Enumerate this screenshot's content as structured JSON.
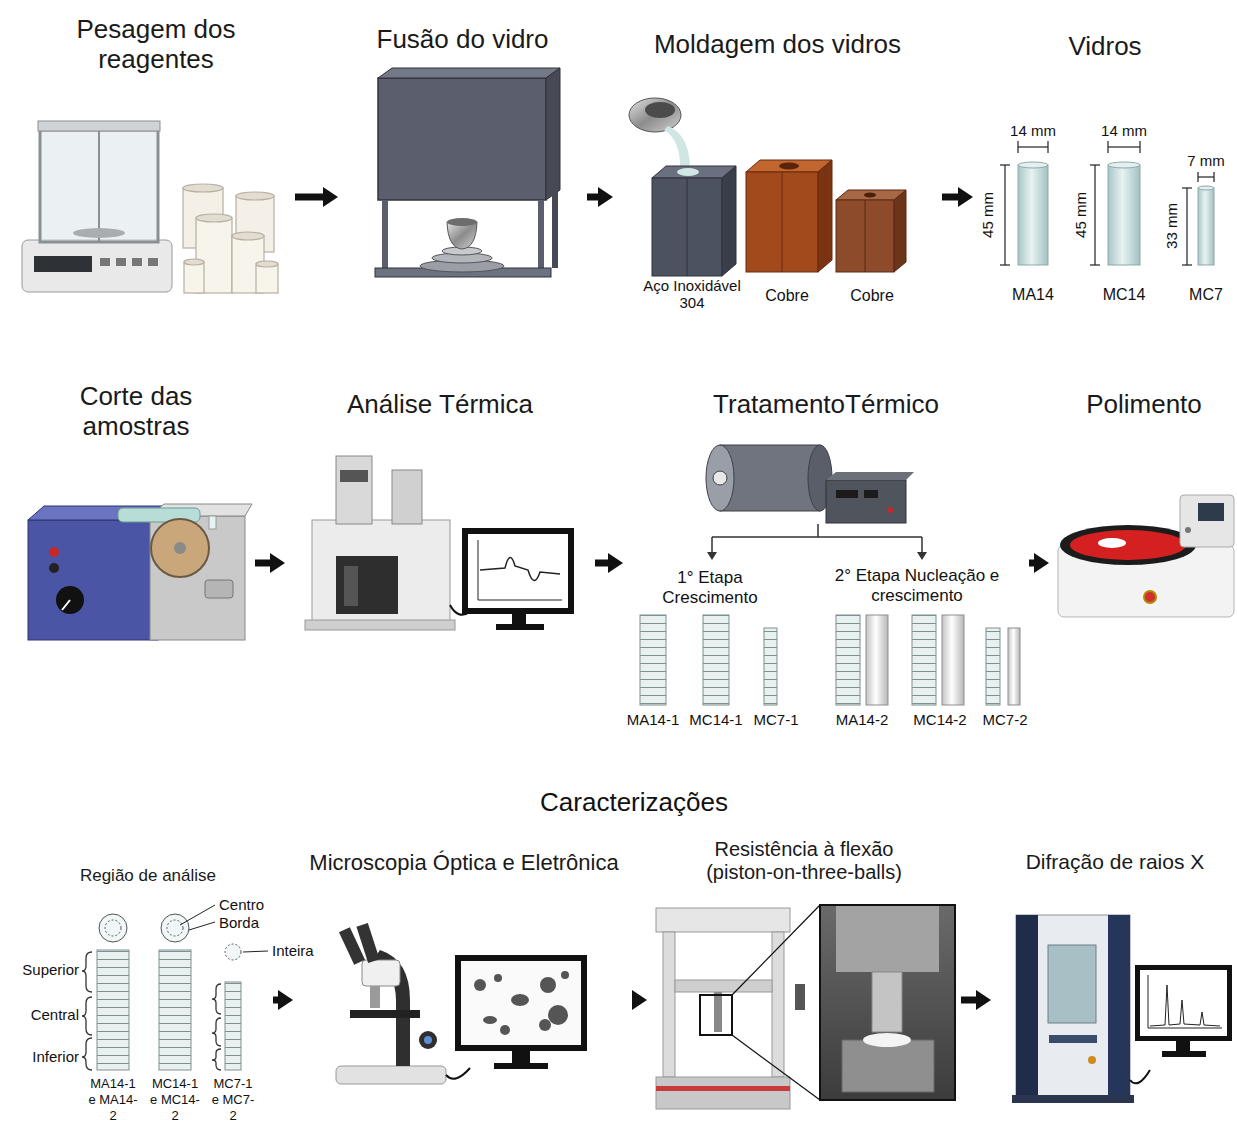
{
  "diagram": {
    "nodes": [
      {
        "text": [
          "Pesagem dos reagentes"
        ]
      },
      {
        "text": [
          "Fusão do vidro"
        ]
      },
      {
        "text": [
          "Moldagem dos vidros"
        ]
      },
      {
        "text": [
          "Vidros"
        ]
      },
      {
        "text": [
          "Corte das amostras"
        ]
      },
      {
        "text": [
          "Análise Térmica"
        ]
      },
      {
        "text": [
          "TratamentoTérmico"
        ]
      },
      {
        "text": [
          "Polimento"
        ]
      },
      {
        "text": [
          "Região de análise"
        ]
      },
      {
        "text": [
          "Microscopia Óptica e Eletrônica"
        ]
      },
      {
        "text": [
          "Resistência à flexão (piston-on-three-balls)"
        ]
      },
      {
        "text": [
          "Difração de raios X"
        ]
      }
    ],
    "edges": [
      {
        "from": 0,
        "to": 1,
        "arrow": "to"
      },
      {
        "from": 1,
        "to": 2,
        "arrow": "to"
      },
      {
        "from": 2,
        "to": 3,
        "arrow": "to"
      },
      {
        "from": 4,
        "to": 5,
        "arrow": "to"
      },
      {
        "from": 5,
        "to": 6,
        "arrow": "to"
      },
      {
        "from": 6,
        "to": 7,
        "arrow": "to"
      },
      {
        "from": 8,
        "to": 9,
        "arrow": "to"
      },
      {
        "from": 9,
        "to": 10,
        "arrow": "to"
      },
      {
        "from": 10,
        "to": 11,
        "arrow": "to"
      }
    ],
    "labels": [
      "Aço Inoxidável 304",
      "Cobre",
      "Cobre",
      "14 mm",
      "45 mm",
      "14 mm",
      "45 mm",
      "7 mm",
      "33 mm",
      "MA14",
      "MC14",
      "MC7",
      "1° Etapa Crescimento",
      "MA14-1",
      "MC14-1",
      "MC7-1",
      "2° Etapa Nucleação e crescimento",
      "MA14-2",
      "MC14-2",
      "MC7-2",
      "Caracterizações",
      "Centro",
      "Borda",
      "Inteira",
      "Superior",
      "Central",
      "Inferior",
      "MA14-1 e MA14-2",
      "MC14-1 e MC14-2",
      "MC7-1 e MC7-2"
    ]
  }
}
